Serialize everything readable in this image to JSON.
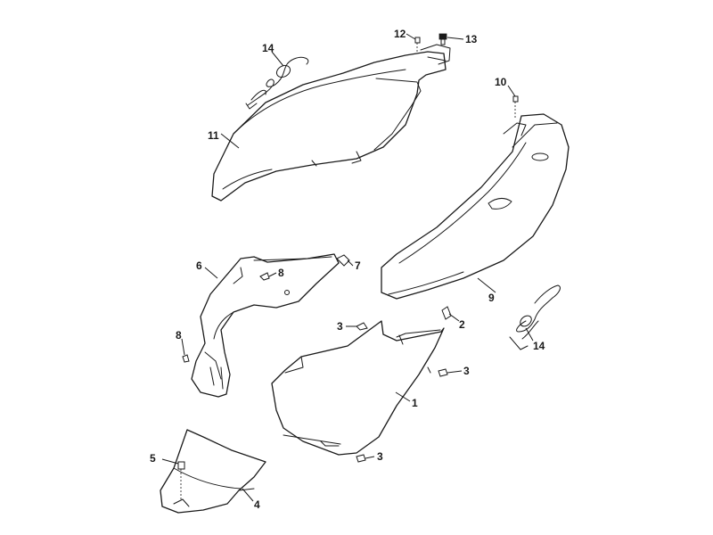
{
  "diagram": {
    "callouts": {
      "c1": "1",
      "c2": "2",
      "c3a": "3",
      "c3b": "3",
      "c3c": "3",
      "c4": "4",
      "c5": "5",
      "c6": "6",
      "c7": "7",
      "c8a": "8",
      "c8b": "8",
      "c9": "9",
      "c10": "10",
      "c11": "11",
      "c12": "12",
      "c13": "13",
      "c14a": "14",
      "c14b": "14"
    }
  }
}
